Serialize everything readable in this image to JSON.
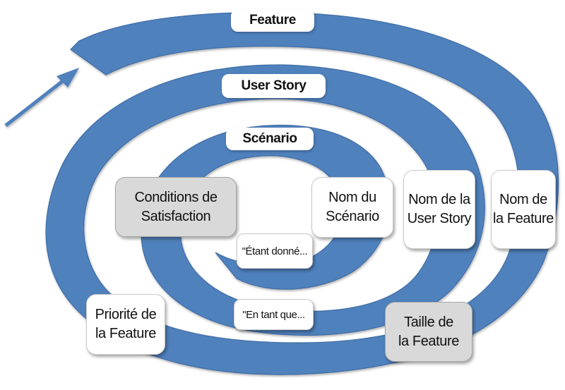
{
  "colors": {
    "spiral": "#4f81bd",
    "spiral_edge": "#3f6da6",
    "box_fill": "#ffffff",
    "box_grey": "#d9d9d9"
  },
  "labels": {
    "feature": "Feature",
    "user_story": "User Story",
    "scenario": "Scénario",
    "conditions": "Conditions de\nSatisfaction",
    "nom_scenario": "Nom du\nScénario",
    "nom_user_story": "Nom de la\nUser Story",
    "nom_feature": "Nom de\nla Feature",
    "etant_donne": "\"Étant donné...",
    "en_tant_que": "\"En tant que...",
    "priorite": "Priorité de\nla Feature",
    "taille": "Taille de\nla Feature"
  }
}
